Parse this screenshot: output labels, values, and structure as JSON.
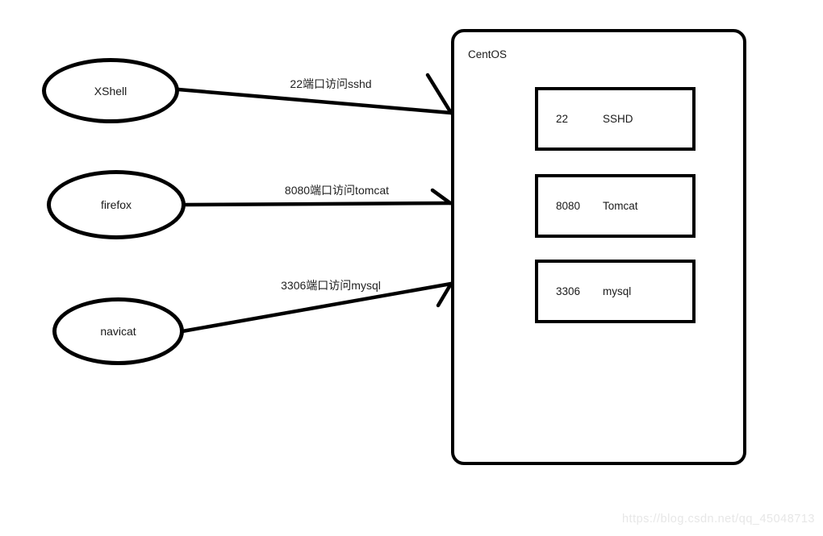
{
  "diagram": {
    "clients": [
      {
        "id": "xshell",
        "label": "XShell"
      },
      {
        "id": "firefox",
        "label": "firefox"
      },
      {
        "id": "navicat",
        "label": "navicat"
      }
    ],
    "connections": [
      {
        "label": "22端口访问sshd"
      },
      {
        "label": "8080端口访问tomcat"
      },
      {
        "label": "3306端口访问mysql"
      }
    ],
    "server": {
      "title": "CentOS",
      "services": [
        {
          "port": "22",
          "name": "SSHD"
        },
        {
          "port": "8080",
          "name": "Tomcat"
        },
        {
          "port": "3306",
          "name": "mysql"
        }
      ]
    },
    "watermark": "https://blog.csdn.net/qq_45048713",
    "colors": {
      "stroke": "#000000",
      "text": "#1a1a1a",
      "watermark": "#e7e7e7"
    }
  }
}
